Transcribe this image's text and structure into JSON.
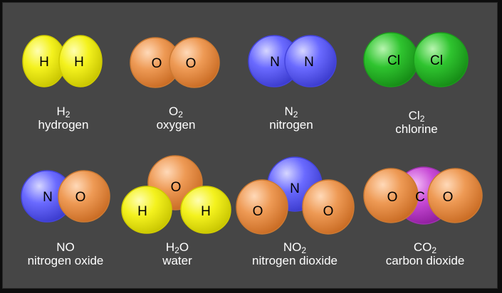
{
  "colors": {
    "background": "#464646",
    "H": "#f0ee20",
    "O": "#ee9a55",
    "N": "#6a6aff",
    "Cl": "#2fc42f",
    "C": "#c84ad6"
  },
  "molecules": [
    {
      "key": "h2",
      "formula": {
        "symbol": "H",
        "sub": "2",
        "rest": ""
      },
      "name": "hydrogen",
      "atoms": [
        "H",
        "H"
      ]
    },
    {
      "key": "o2",
      "formula": {
        "symbol": "O",
        "sub": "2",
        "rest": ""
      },
      "name": "oxygen",
      "atoms": [
        "O",
        "O"
      ]
    },
    {
      "key": "n2",
      "formula": {
        "symbol": "N",
        "sub": "2",
        "rest": ""
      },
      "name": "nitrogen",
      "atoms": [
        "N",
        "N"
      ]
    },
    {
      "key": "cl2",
      "formula": {
        "symbol": "Cl",
        "sub": "2",
        "rest": ""
      },
      "name": "chlorine",
      "atoms": [
        "Cl",
        "Cl"
      ]
    },
    {
      "key": "no",
      "formula": {
        "symbol": "NO",
        "sub": "",
        "rest": ""
      },
      "name": "nitrogen oxide",
      "atoms": [
        "N",
        "O"
      ]
    },
    {
      "key": "h2o",
      "formula": {
        "symbol": "H",
        "sub": "2",
        "rest": "O"
      },
      "name": "water",
      "atoms": [
        "O",
        "H",
        "H"
      ]
    },
    {
      "key": "no2",
      "formula": {
        "symbol": "NO",
        "sub": "2",
        "rest": ""
      },
      "name": "nitrogen dioxide",
      "atoms": [
        "N",
        "O",
        "O"
      ]
    },
    {
      "key": "co2",
      "formula": {
        "symbol": "CO",
        "sub": "2",
        "rest": ""
      },
      "name": "carbon dioxide",
      "atoms": [
        "O",
        "C",
        "O"
      ]
    }
  ]
}
